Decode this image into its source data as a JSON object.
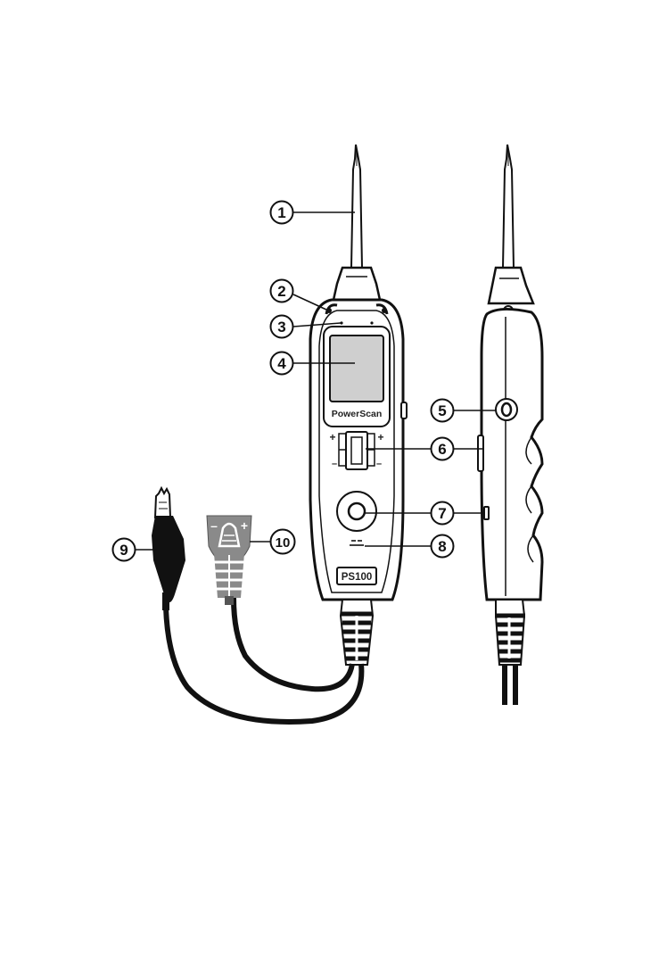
{
  "device": {
    "brand_label": "PowerScan",
    "model_label": "PS100",
    "button_plus_left": "+",
    "button_plus_right": "+",
    "button_minus_left": "–",
    "button_minus_right": "–"
  },
  "clamp": {
    "minus_sign": "–",
    "plus_sign": "+"
  },
  "callouts": [
    {
      "number": "1"
    },
    {
      "number": "2"
    },
    {
      "number": "3"
    },
    {
      "number": "4"
    },
    {
      "number": "5"
    },
    {
      "number": "6"
    },
    {
      "number": "7"
    },
    {
      "number": "8"
    },
    {
      "number": "9"
    },
    {
      "number": "10"
    }
  ],
  "colors": {
    "line": "#111111",
    "body_fill": "#ffffff",
    "screen_fill": "#cfcfcf",
    "clamp_gray": "#8a8a8a",
    "cable": "#111111"
  }
}
